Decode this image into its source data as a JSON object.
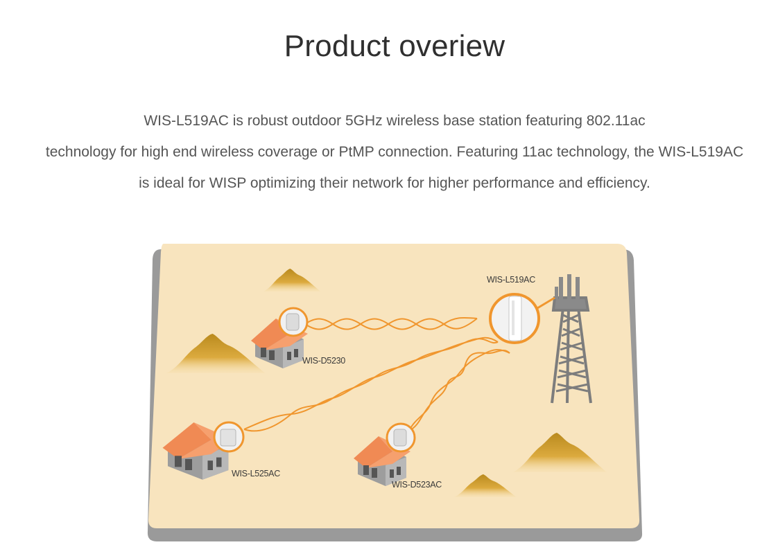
{
  "overview": {
    "title": "Product overiew",
    "description_lines": [
      "WIS-L519AC is robust outdoor 5GHz wireless base station featuring 802.11ac",
      "technology for high end wireless coverage or PtMP connection. Featuring 11ac technology, the WIS-L519AC",
      "is ideal for WISP optimizing their network for higher performance and efficiency."
    ]
  },
  "diagram": {
    "base_station_label": "WIS-L519AC",
    "client_labels": {
      "top": "WIS-D5230",
      "left": "WIS-L525AC",
      "bottom": "WIS-D523AC"
    },
    "colors": {
      "board": "#f8e4be",
      "board_shadow": "#9a9a9a",
      "accent_orange": "#f0962e",
      "hill_gold": "#d9a637",
      "roof": "#f08a54",
      "tower": "#7d7d7d"
    }
  }
}
